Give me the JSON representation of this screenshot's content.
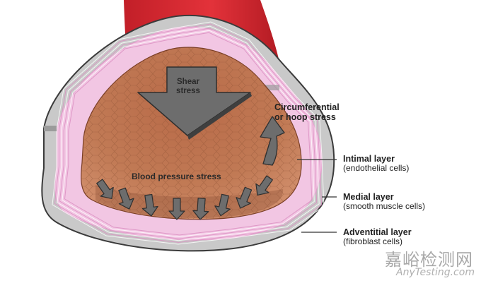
{
  "labels": {
    "shear_stress": "Shear\nstress",
    "circumferential": "Circumferential\nor hoop stress",
    "blood_pressure": "Blood pressure stress",
    "intimal_title": "Intimal layer",
    "intimal_sub": "(endothelial cells)",
    "medial_title": "Medial layer",
    "medial_sub": "(smooth muscle cells)",
    "adventitial_title": "Adventitial layer",
    "adventitial_sub": "(fibroblast cells)"
  },
  "watermark": {
    "cn": "嘉峪检测网",
    "en": "AnyTesting.com"
  },
  "colors": {
    "vessel_red": "#d92b33",
    "adventitia_gray": "#c9c9c9",
    "media_pink": "#f2c6e3",
    "lumen_brown": "#b5714a",
    "arrow_gray": "#6d6d6d",
    "outline": "#3b3b3b"
  }
}
